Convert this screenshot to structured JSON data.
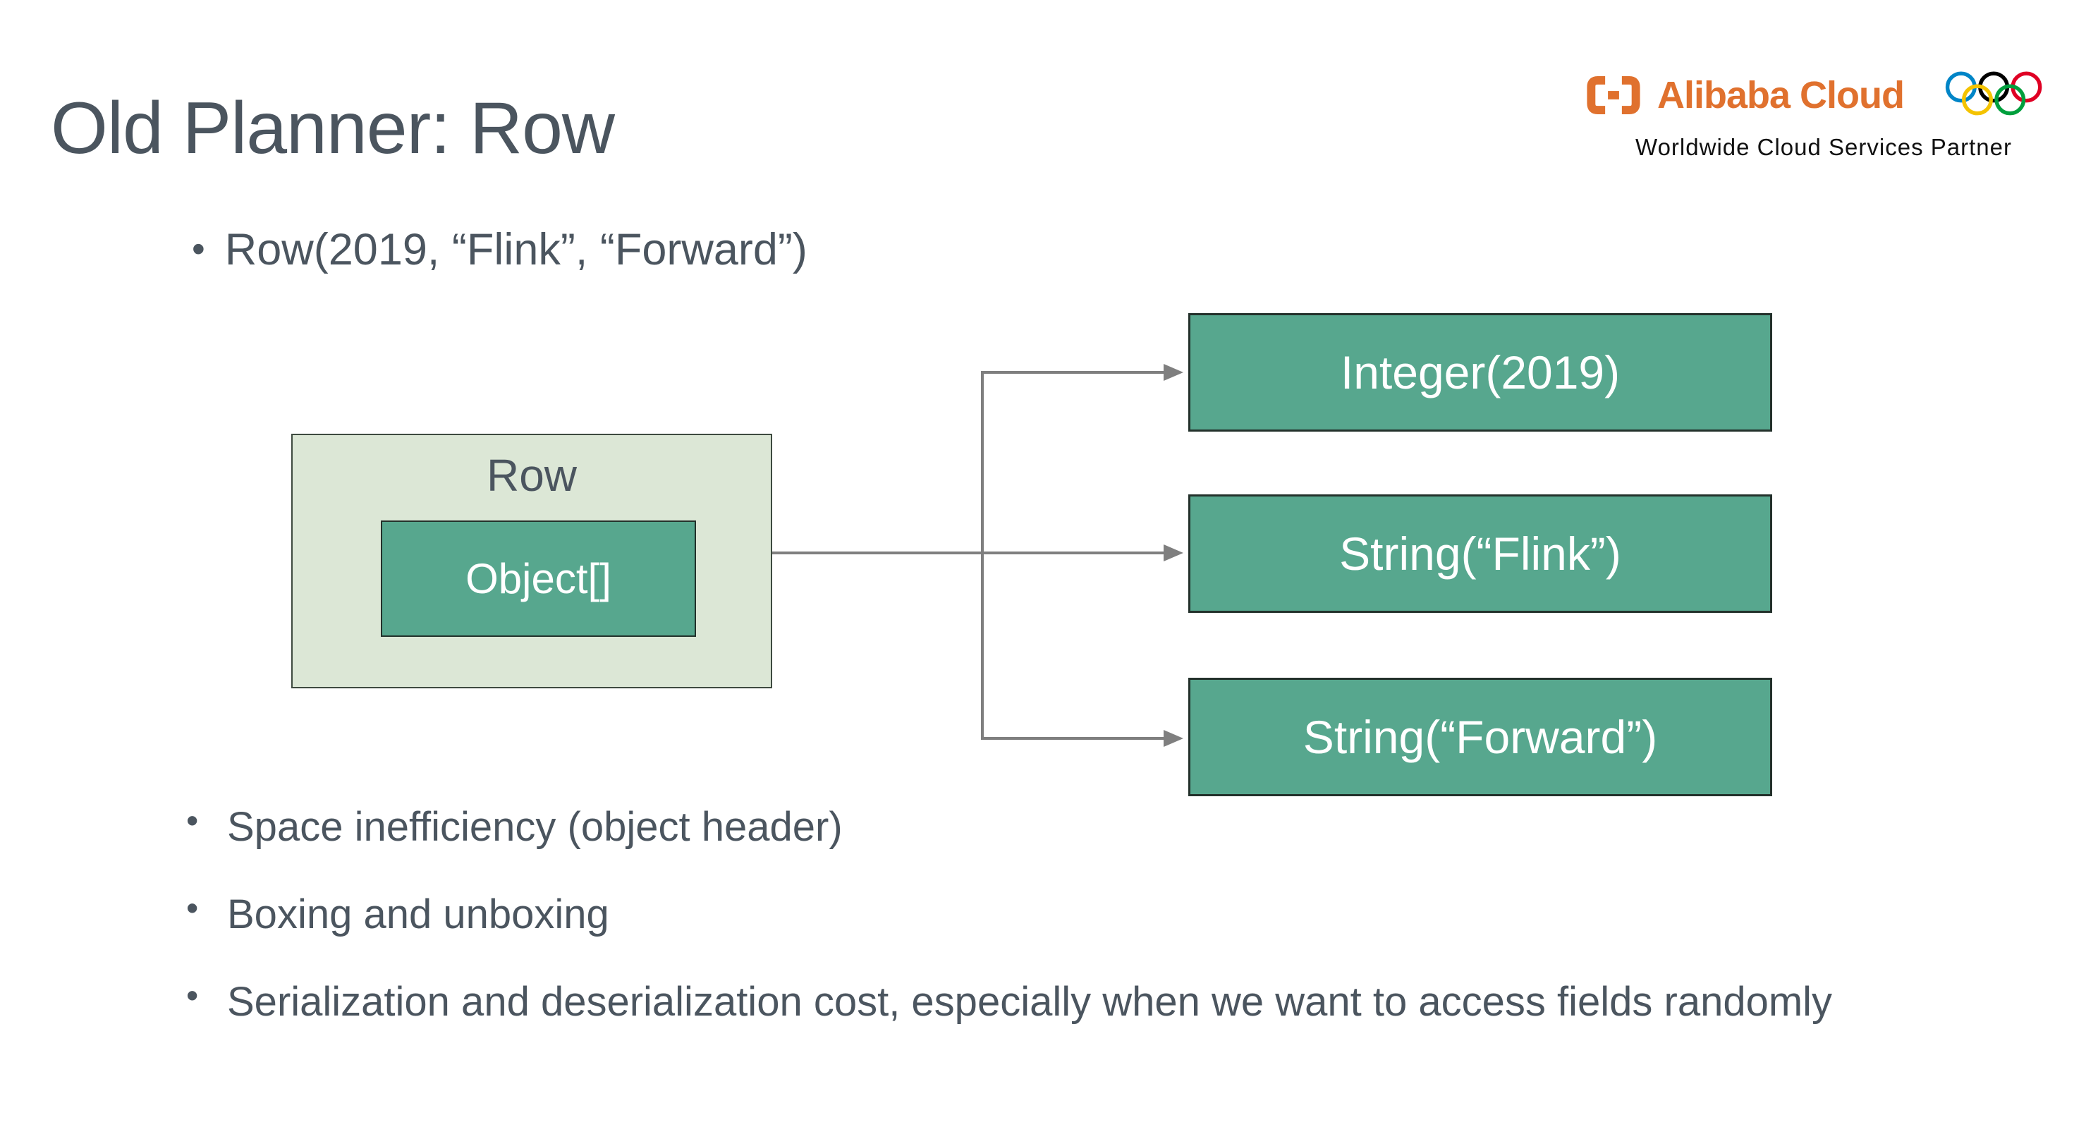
{
  "slide": {
    "title": "Old Planner: Row",
    "bullet_char": "•",
    "example_bullet": "Row(2019, “Flink”, “Forward”)",
    "bullets": [
      "Space inefficiency (object header)",
      "Boxing and unboxing",
      "Serialization and deserialization cost, especially when we want to access fields randomly"
    ]
  },
  "diagram": {
    "row_label": "Row",
    "object_label": "Object[]",
    "fields": [
      "Integer(2019)",
      "String(“Flink”)",
      "String(“Forward”)"
    ]
  },
  "logo": {
    "brand": "Alibaba Cloud",
    "tagline": "Worldwide Cloud Services Partner"
  },
  "colors": {
    "teal": "#57A78E",
    "row_bg": "#DCE7D6",
    "dark_text": "#4B555F",
    "line_gray": "#7F7F7F",
    "box_border": "#23312B",
    "row_border": "#3E4A40",
    "brand_orange": "#E0712E",
    "tagline_black": "#111111",
    "divider_gray": "#9A9A9A",
    "ring_blue": "#0085C7",
    "ring_black": "#000000",
    "ring_red": "#DF0024",
    "ring_yellow": "#F4C300",
    "ring_green": "#009F3D"
  }
}
